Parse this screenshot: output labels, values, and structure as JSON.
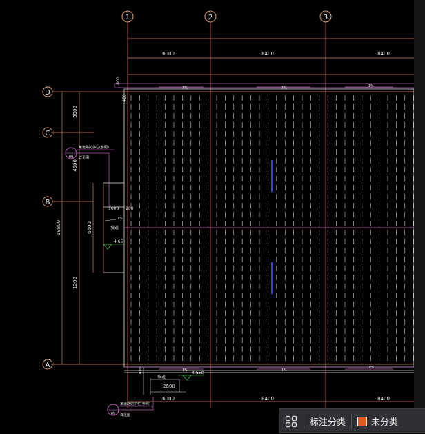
{
  "drawing": {
    "axes_vertical": [
      "1",
      "2",
      "3"
    ],
    "axes_horizontal": [
      "D",
      "C",
      "B",
      "A"
    ],
    "dims_top": [
      "6000",
      "8400",
      "8400"
    ],
    "dims_bottom": [
      "6000",
      "8400",
      "8400"
    ],
    "dim_left_total": "19800",
    "dim_left_segments": [
      "3000",
      "4500",
      "1200"
    ],
    "dim_inner_left": "6600",
    "dim_small_top": "800",
    "dim_row_top": "400",
    "dim_1600": "1600",
    "dim_200": "200",
    "dim_2600": "2600",
    "dim_1000": "1000",
    "elev_1": "4.65",
    "elev_2": "4.650",
    "callout_number": "09",
    "callout_text_top": "某道路防护栏(参照)",
    "callout_sub_top": "详见图",
    "callout_text_bottom": "某道路防护栏(参照)",
    "callout_sub_bottom": "详见图",
    "slab_label_1": "1%",
    "slab_label_2": "1%",
    "slab_label_3": "1%",
    "slab_label_b1": "1%",
    "slab_label_b2": "1%",
    "slab_label_b3": "1%",
    "ramp_label": "坡道",
    "ramp_label_bottom": "坡道",
    "ramp_slope": "1%"
  },
  "statusbar": {
    "label": "标注分类",
    "category": "未分类",
    "category_color": "#e35a1f",
    "icon": "grid-icon"
  }
}
